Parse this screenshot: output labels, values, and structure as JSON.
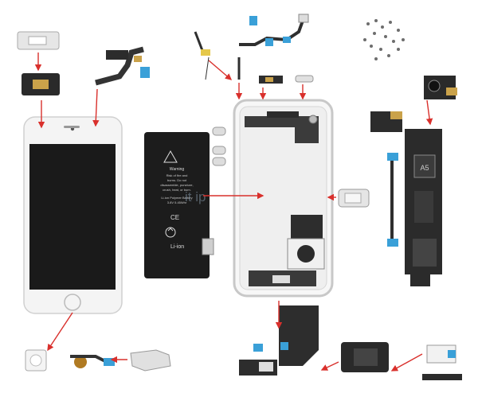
{
  "battery": {
    "warning_title": "Warning",
    "warning_lines": [
      "Risk of fire and",
      "burns. Do not",
      "disassemble, puncture,",
      "crush, heat, or burn."
    ],
    "line1": "Li-ion Polymer Battery",
    "line2": "3.8V 5.45Whr",
    "ce": "CE",
    "li_ion": "Li-ion"
  },
  "chip_label": "A5",
  "watermark": "it ip",
  "colors": {
    "arrow": "#d9302c",
    "flex": "#3a3a3a",
    "flex_blue": "#3aa0d8",
    "board": "#2b2b2b",
    "frame": "#c8c8c8"
  }
}
